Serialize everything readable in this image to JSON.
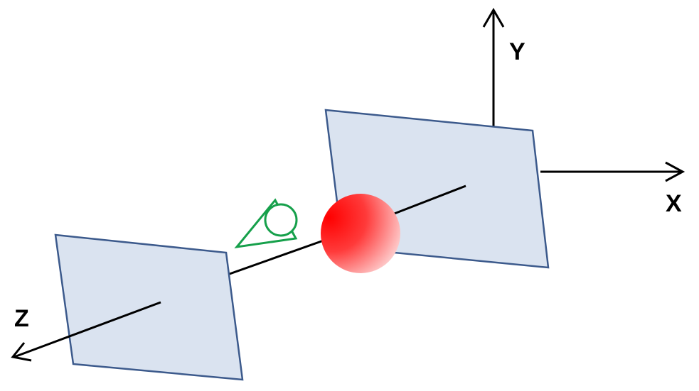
{
  "axes": {
    "x_label": "X",
    "y_label": "Y",
    "z_label": "Z"
  },
  "colors": {
    "plane_fill": "#dae3f0",
    "plane_stroke": "#3c5a8c",
    "axis": "#000000",
    "camera": "#16a04b",
    "sphere_center": "#ff0000",
    "sphere_edge": "#fde0e0"
  },
  "icons": {
    "camera": "eye-camera-icon",
    "sphere": "sphere-icon"
  }
}
